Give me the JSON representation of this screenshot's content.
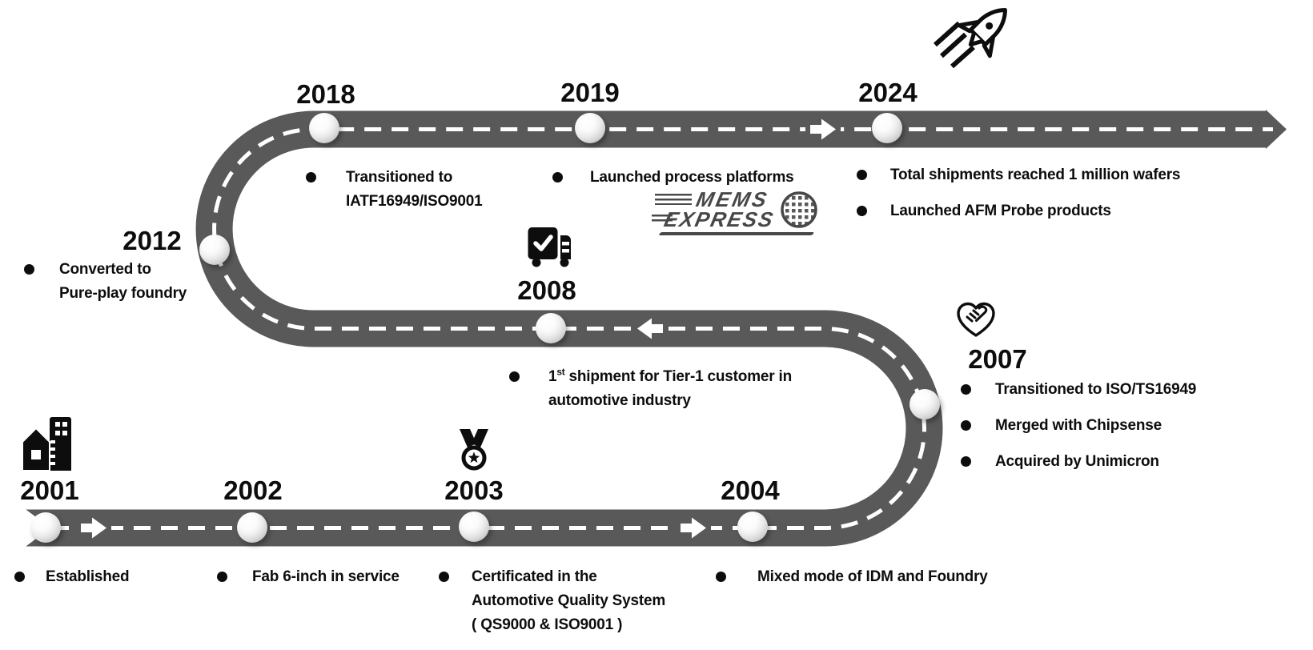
{
  "colors": {
    "road": "#595959",
    "dash": "#ffffff",
    "text": "#0d0d0d",
    "logo": "#474747"
  },
  "m2001": {
    "year": "2001",
    "b1": "Established"
  },
  "m2002": {
    "year": "2002",
    "b1": "Fab 6-inch in service"
  },
  "m2003": {
    "year": "2003",
    "b1": "Certificated in the",
    "b1l2": "Automotive Quality System",
    "b1l3": "( QS9000 & ISO9001 )"
  },
  "m2004": {
    "year": "2004",
    "b1": "Mixed mode of IDM and Foundry"
  },
  "m2007": {
    "year": "2007",
    "b1": "Transitioned to ISO/TS16949",
    "b2": "Merged with Chipsense",
    "b3": "Acquired by Unimicron"
  },
  "m2008": {
    "year": "2008",
    "b1_num": "1",
    "b1_sup": "st",
    "b1_rest": " shipment for Tier-1 customer in",
    "b1l2": "automotive industry"
  },
  "m2012": {
    "year": "2012",
    "b1": "Converted to",
    "b1l2": "Pure-play foundry"
  },
  "m2018": {
    "year": "2018",
    "b1": "Transitioned to",
    "b1l2": "IATF16949/ISO9001"
  },
  "m2019": {
    "year": "2019",
    "b1": "Launched process platforms"
  },
  "m2024": {
    "year": "2024",
    "b1": "Total shipments reached 1 million wafers",
    "b2": "Launched AFM Probe products"
  },
  "logo": {
    "line1": "MEMS",
    "line2": "EXPRESS"
  }
}
